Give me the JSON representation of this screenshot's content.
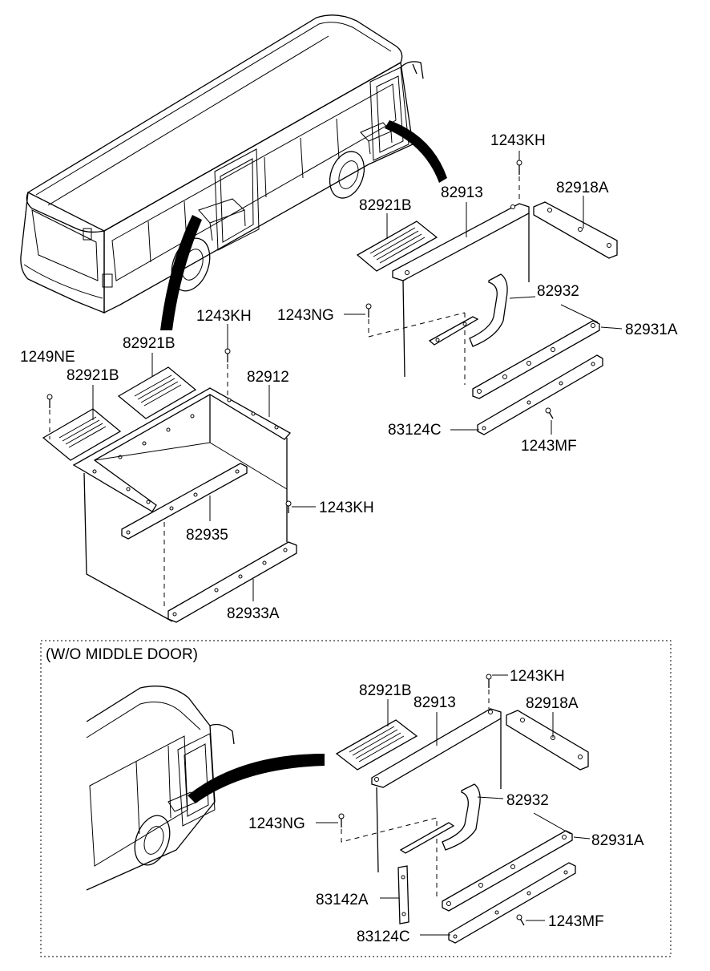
{
  "labels": {
    "top_1243KH_a": "1243KH",
    "top_82918A": "82918A",
    "top_82913": "82913",
    "top_82921B_right": "82921B",
    "top_82932": "82932",
    "top_1243NG": "1243NG",
    "top_82931A": "82931A",
    "top_83124C": "83124C",
    "top_1243MF": "1243MF",
    "mid_1243KH_b": "1243KH",
    "mid_82921B_b": "82921B",
    "mid_1249NE": "1249NE",
    "mid_82921B_c": "82921B",
    "mid_82912": "82912",
    "mid_1243KH_c": "1243KH",
    "mid_82935": "82935",
    "mid_82933A": "82933A",
    "box_title": "(W/O MIDDLE DOOR)",
    "bot_1243KH": "1243KH",
    "bot_82921B": "82921B",
    "bot_82913": "82913",
    "bot_82918A": "82918A",
    "bot_82932": "82932",
    "bot_1243NG": "1243NG",
    "bot_82931A": "82931A",
    "bot_83142A": "83142A",
    "bot_83124C": "83124C",
    "bot_1243MF": "1243MF"
  }
}
